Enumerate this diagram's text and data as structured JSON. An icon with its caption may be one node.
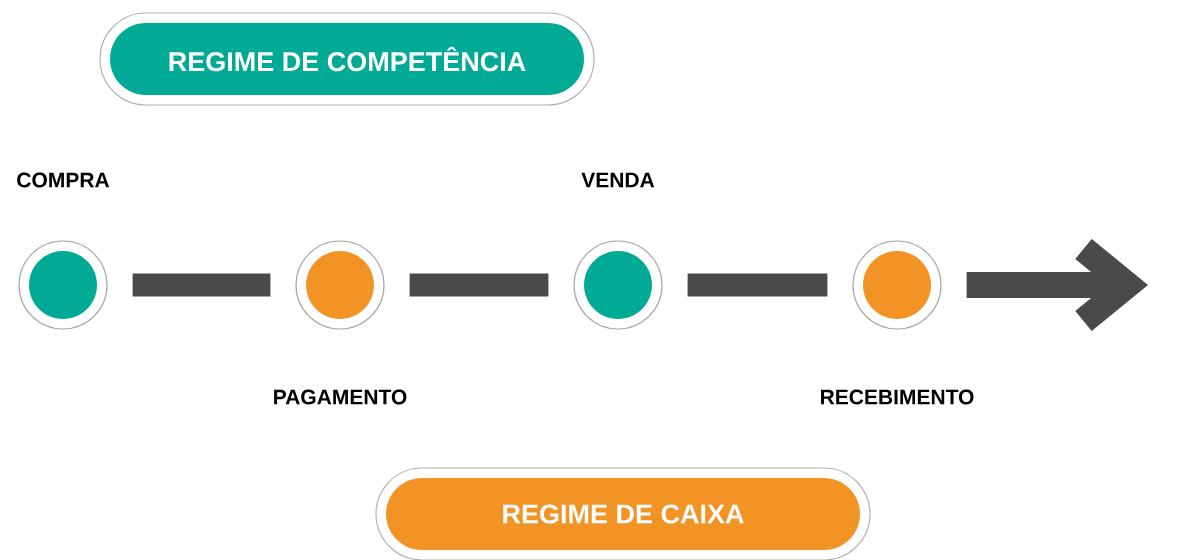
{
  "diagram": {
    "nodes": [
      {
        "text": [
          "REGIME DE COMPETÊNCIA"
        ]
      },
      {
        "text": [
          "COMPRA"
        ]
      },
      {
        "text": [
          "PAGAMENTO"
        ]
      },
      {
        "text": [
          "VENDA"
        ]
      },
      {
        "text": [
          "RECEBIMENTO"
        ]
      },
      {
        "text": [
          "REGIME DE CAIXA"
        ]
      }
    ],
    "edges": [
      {
        "from": 1,
        "to": 2,
        "arrow": "none"
      },
      {
        "from": 2,
        "to": 3,
        "arrow": "none"
      },
      {
        "from": 3,
        "to": 4,
        "arrow": "none"
      },
      {
        "from": 4,
        "to": null,
        "arrow": "to"
      }
    ]
  }
}
